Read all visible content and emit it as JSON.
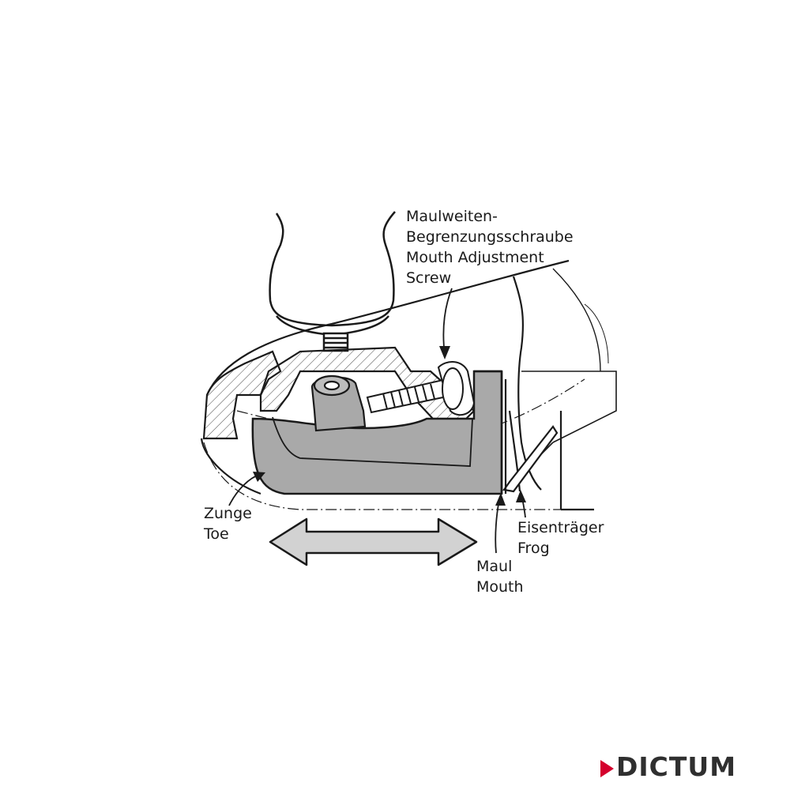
{
  "labels": {
    "screw_de": "Maulweiten-",
    "screw_de2": "Begrenzungsschraube",
    "screw_en": "Mouth Adjustment",
    "screw_en2": "Screw",
    "toe_de": "Zunge",
    "toe_en": "Toe",
    "frog_de": "Eisenträger",
    "frog_en": "Frog",
    "mouth_de": "Maul",
    "mouth_en": "Mouth"
  },
  "logo": {
    "text": "DICTUM",
    "accent_color": "#d4002d"
  },
  "colors": {
    "line": "#1a1a1a",
    "toe_fill": "#a9a9a9",
    "arrow_fill": "#d2d2d2",
    "hatch": "#555555"
  },
  "icons": {
    "direction_arrow": "double-arrow-horizontal",
    "logo_mark": "triangle-right"
  }
}
